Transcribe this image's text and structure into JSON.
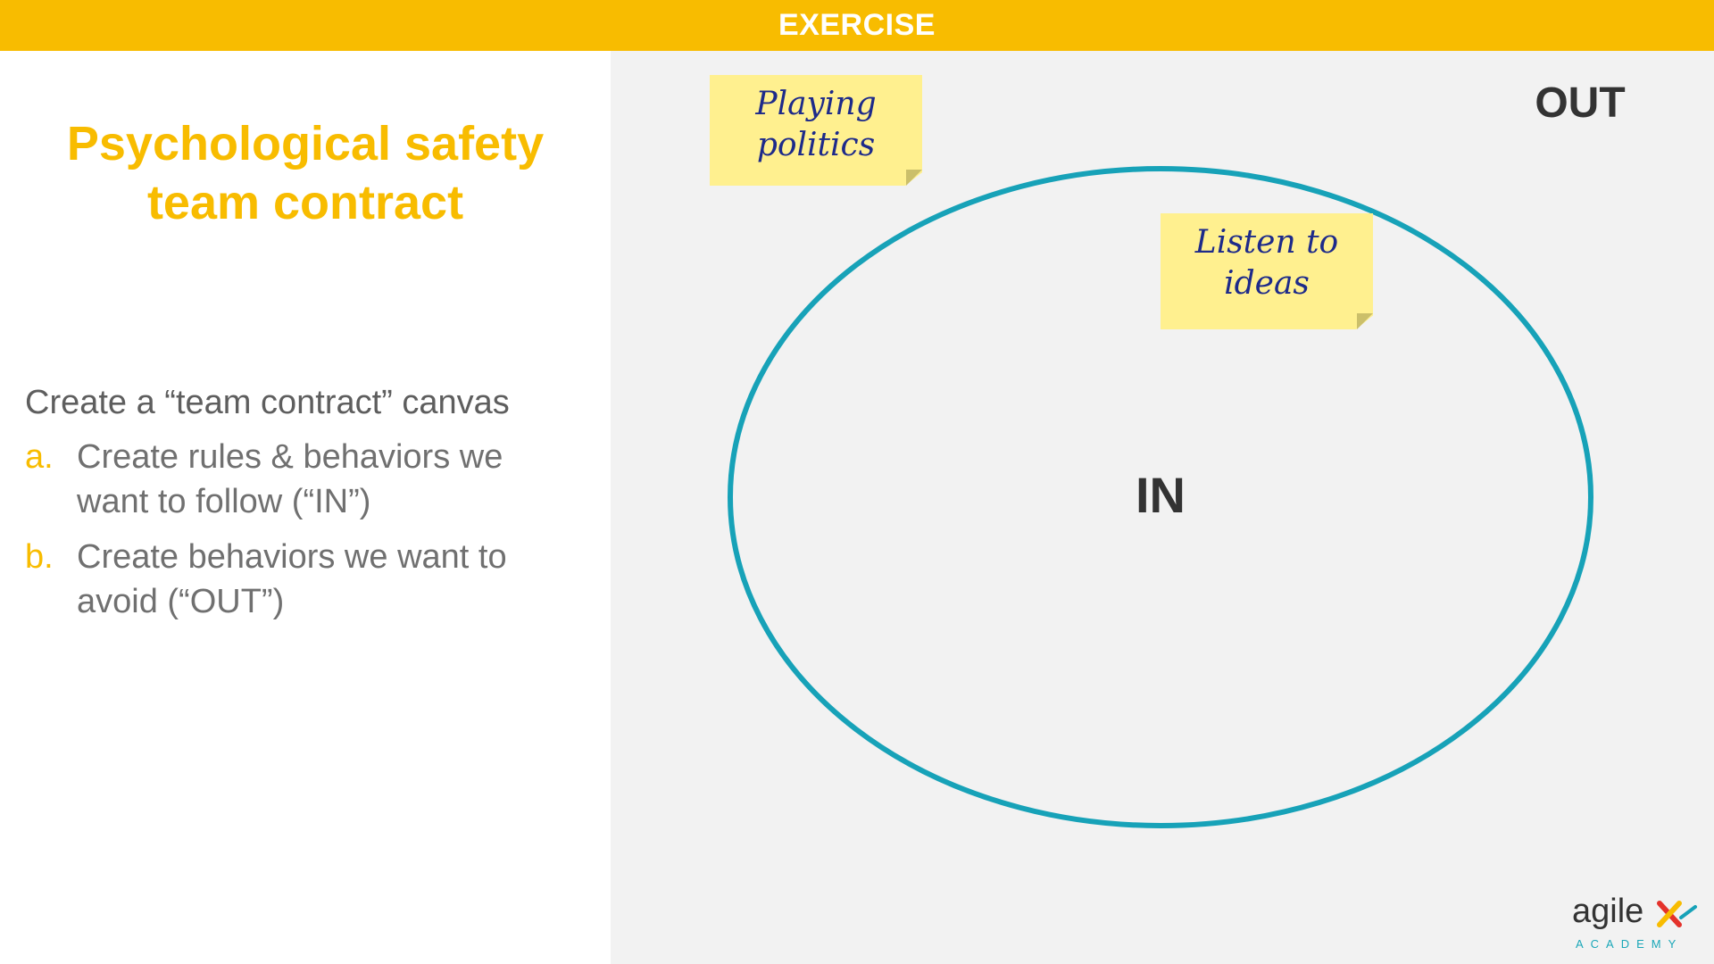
{
  "banner": {
    "label": "EXERCISE"
  },
  "title": {
    "line1": "Psychological safety",
    "line2": "team contract"
  },
  "instructions": {
    "intro": "Create a “team contract” canvas",
    "items": [
      {
        "marker": "a.",
        "text": "Create rules & behaviors we want to follow (“IN”)"
      },
      {
        "marker": "b.",
        "text": "Create behaviors we want to avoid (“OUT”)"
      }
    ]
  },
  "canvas": {
    "out_label": "OUT",
    "in_label": "IN",
    "circle_color": "#17A2B8",
    "sticky_notes": [
      {
        "line1": "Playing",
        "line2": "politics"
      },
      {
        "line1": "Listen to",
        "line2": "ideas"
      }
    ]
  },
  "logo": {
    "word": "agile",
    "sub": "ACADEMY"
  },
  "colors": {
    "accent": "#F8BC00",
    "panel": "#F2F2F2",
    "sticky": "#FFF08F"
  }
}
